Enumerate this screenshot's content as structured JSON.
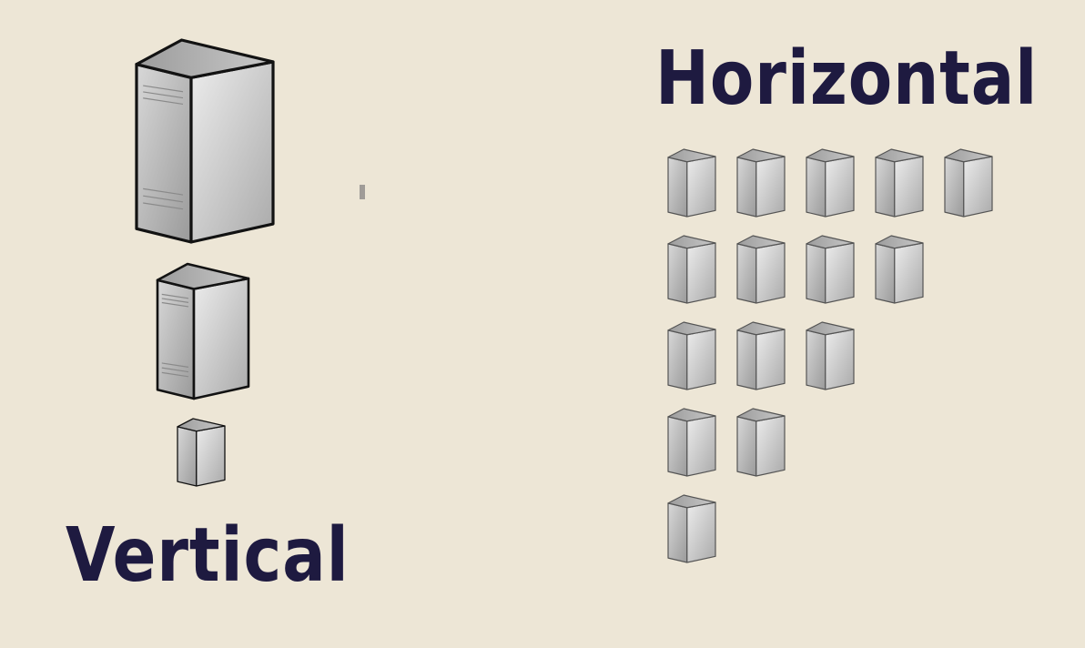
{
  "titles": {
    "horizontal": "Horizontal",
    "vertical": "Vertical"
  },
  "colors": {
    "background": "#ede6d6",
    "title_text": "#1e1a40",
    "server_outline": "#121212",
    "server_light": "#e2e2e2",
    "server_mid": "#bcbcbc",
    "server_dark": "#8e8e8e"
  },
  "vertical_scaling": {
    "servers": [
      {
        "name": "server-large-icon",
        "size": "large"
      },
      {
        "name": "server-medium-icon",
        "size": "medium"
      },
      {
        "name": "server-small-icon",
        "size": "small"
      }
    ]
  },
  "horizontal_scaling": {
    "row_counts": [
      5,
      4,
      3,
      2,
      1
    ]
  }
}
